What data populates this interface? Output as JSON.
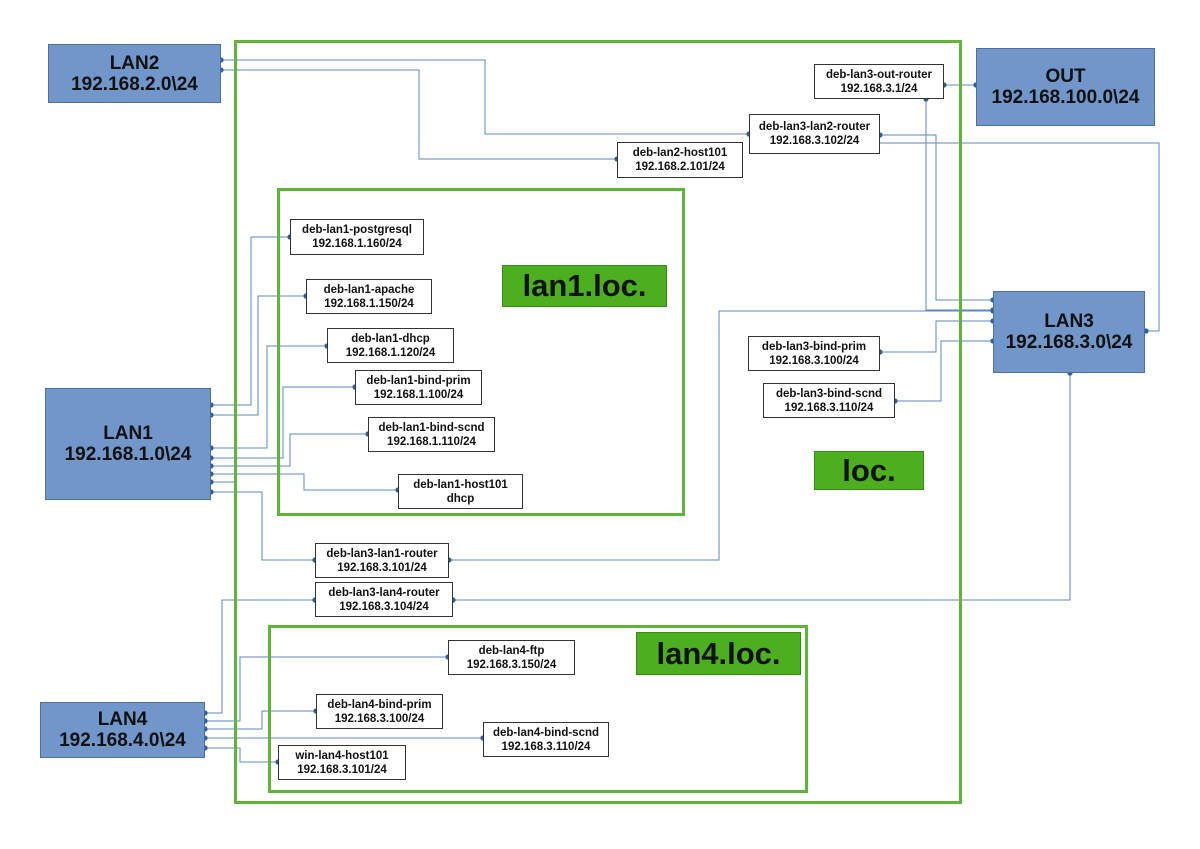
{
  "zones": {
    "loc": "loc.",
    "lan1": "lan1.loc.",
    "lan4": "lan4.loc."
  },
  "networks": {
    "lan1": {
      "name": "LAN1",
      "subnet": "192.168.1.0\\24"
    },
    "lan2": {
      "name": "LAN2",
      "subnet": "192.168.2.0\\24"
    },
    "lan3": {
      "name": "LAN3",
      "subnet": "192.168.3.0\\24"
    },
    "lan4": {
      "name": "LAN4",
      "subnet": "192.168.4.0\\24"
    },
    "out": {
      "name": "OUT",
      "subnet": "192.168.100.0\\24"
    }
  },
  "hosts": {
    "lan3_out_router": {
      "name": "deb-lan3-out-router",
      "addr": "192.168.3.1/24"
    },
    "lan3_lan2_router": {
      "name": "deb-lan3-lan2-router",
      "addr": "192.168.3.102/24"
    },
    "lan2_host101": {
      "name": "deb-lan2-host101",
      "addr": "192.168.2.101/24"
    },
    "lan1_postgresql": {
      "name": "deb-lan1-postgresql",
      "addr": "192.168.1.160/24"
    },
    "lan1_apache": {
      "name": "deb-lan1-apache",
      "addr": "192.168.1.150/24"
    },
    "lan1_dhcp": {
      "name": "deb-lan1-dhcp",
      "addr": "192.168.1.120/24"
    },
    "lan1_bind_prim": {
      "name": "deb-lan1-bind-prim",
      "addr": "192.168.1.100/24"
    },
    "lan1_bind_scnd": {
      "name": "deb-lan1-bind-scnd",
      "addr": "192.168.1.110/24"
    },
    "lan1_host101": {
      "name": "deb-lan1-host101",
      "addr": "dhcp"
    },
    "lan3_bind_prim": {
      "name": "deb-lan3-bind-prim",
      "addr": "192.168.3.100/24"
    },
    "lan3_bind_scnd": {
      "name": "deb-lan3-bind-scnd",
      "addr": "192.168.3.110/24"
    },
    "lan3_lan1_router": {
      "name": "deb-lan3-lan1-router",
      "addr": "192.168.3.101/24"
    },
    "lan3_lan4_router": {
      "name": "deb-lan3-lan4-router",
      "addr": "192.168.3.104/24"
    },
    "lan4_ftp": {
      "name": "deb-lan4-ftp",
      "addr": "192.168.3.150/24"
    },
    "lan4_bind_prim": {
      "name": "deb-lan4-bind-prim",
      "addr": "192.168.3.100/24"
    },
    "lan4_bind_scnd": {
      "name": "deb-lan4-bind-scnd",
      "addr": "192.168.3.110/24"
    },
    "win_lan4_host101": {
      "name": "win-lan4-host101",
      "addr": "192.168.3.101/24"
    }
  },
  "style": {
    "zone_border": "#5fb53a",
    "zone_label_bg": "#4caf1f",
    "network_bg": "#7196c9",
    "wire": "#5b8ac0",
    "dot": "#2f5f9e"
  }
}
